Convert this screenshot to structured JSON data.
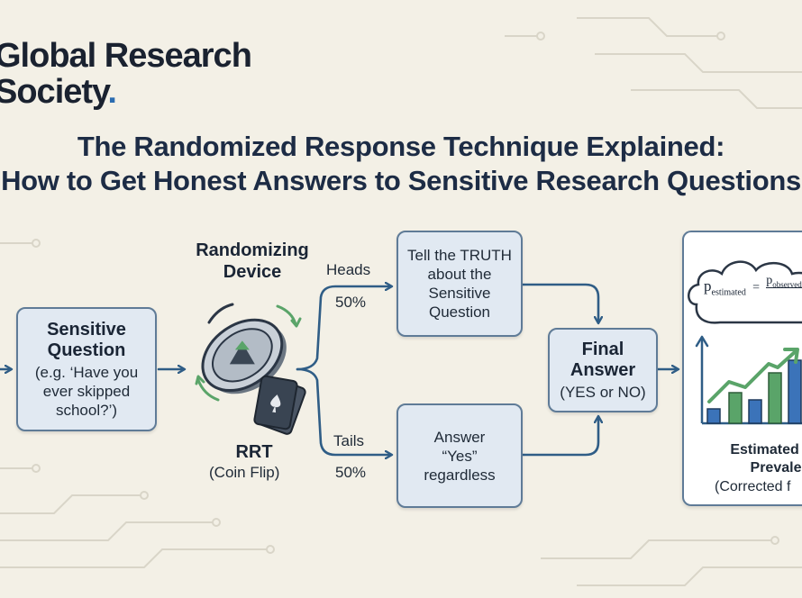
{
  "logo": {
    "line1": "Global Research",
    "line2": "Society",
    "dot": "."
  },
  "title": {
    "line1": "The Randomized Response Technique Explained:",
    "line2": "How to Get Honest Answers to Sensitive Research Questions"
  },
  "sensitive_question": {
    "heading": "Sensitive Question",
    "example": "(e.g. ‘Have you ever skipped school?’)"
  },
  "randomizer": {
    "label": "Randomizing Device",
    "rrt": "RRT",
    "rrt_sub": "(Coin Flip)"
  },
  "branches": {
    "heads": {
      "label": "Heads",
      "prob": "50%",
      "instruction": "Tell the TRUTH about the Sensitive Question"
    },
    "tails": {
      "label": "Tails",
      "prob": "50%",
      "instruction": "Answer “Yes” regardless"
    }
  },
  "final_answer": {
    "heading": "Final Answer",
    "sub": "(YES or NO)"
  },
  "result": {
    "formula_lhs": "p",
    "formula_lhs_sub": "estimated",
    "formula_eq": "=",
    "formula_rhs": "p",
    "formula_rhs_sub": "observed",
    "heading_line1": "Estimated Po",
    "heading_line2": "Prevale",
    "sub": "(Corrected f"
  },
  "colors": {
    "box_fill": "#e1e9f2",
    "box_border": "#5f7b97",
    "arrow": "#2f5d86",
    "green": "#5aa469",
    "blue": "#3b73b9",
    "background": "#f3f0e6"
  },
  "icons": [
    "coin-icon",
    "playing-cards-icon",
    "bar-chart-icon",
    "trend-arrow-icon",
    "thought-cloud-icon"
  ]
}
